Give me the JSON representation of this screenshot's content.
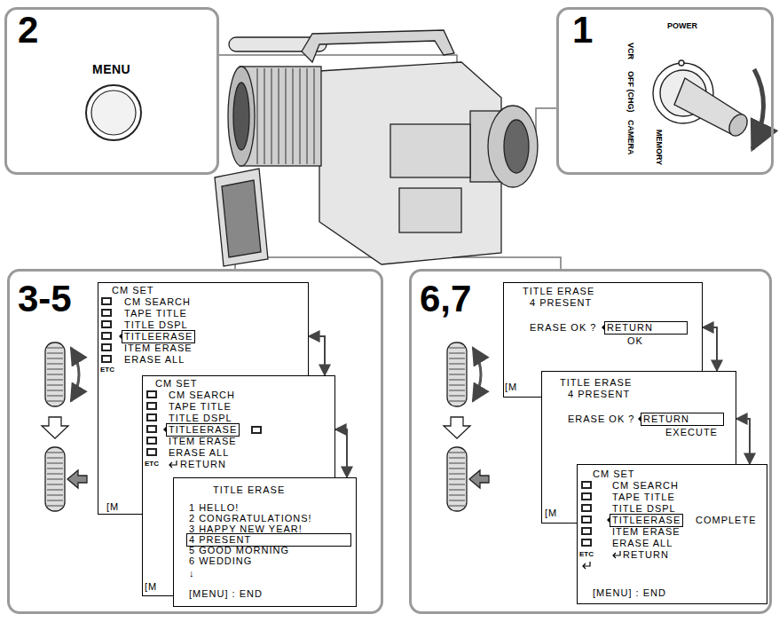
{
  "diagram": {
    "nodes": [
      {
        "text": [
          "2",
          "MENU"
        ]
      },
      {
        "text": [
          "1",
          "POWER",
          "VCR",
          "OFF (CHG)",
          "CAMERA",
          "MEMORY"
        ]
      },
      {
        "text": [
          "3-5"
        ]
      },
      {
        "text": [
          "CM SET",
          "CM SEARCH",
          "TAPE TITLE",
          "TITLE DSPL",
          "TITLEERASE",
          "ITEM ERASE",
          "ERASE ALL",
          "ETC",
          "[M"
        ],
        "in": 2
      },
      {
        "text": [
          "CM SET",
          "CM SEARCH",
          "TAPE TITLE",
          "TITLE DSPL",
          "TITLEERASE",
          "ITEM ERASE",
          "ERASE ALL",
          "ETC",
          "RETURN",
          "[M"
        ],
        "in": 2
      },
      {
        "text": [
          "TITLE ERASE",
          "1 HELLO!",
          "2 CONGRATULATIONS!",
          "3 HAPPY NEW YEAR!",
          "4 PRESENT",
          "5 GOOD MORNING",
          "6 WEDDING",
          "↓",
          "[MENU] : END"
        ],
        "in": 2
      },
      {
        "text": [
          "6,7"
        ]
      },
      {
        "text": [
          "TITLE ERASE",
          "4 PRESENT",
          "ERASE OK ?",
          "RETURN",
          "OK",
          "[M"
        ],
        "in": 6
      },
      {
        "text": [
          "TITLE ERASE",
          "4 PRESENT",
          "ERASE OK ?",
          "RETURN",
          "EXECUTE",
          "[M"
        ],
        "in": 6
      },
      {
        "text": [
          "CM SET",
          "CM SEARCH",
          "TAPE TITLE",
          "TITLE DSPL",
          "TITLEERASE",
          "COMPLETE",
          "ITEM ERASE",
          "ERASE ALL",
          "ETC",
          "RETURN",
          "[MENU] : END"
        ],
        "in": 6
      }
    ],
    "edges": [
      {
        "from": 3,
        "to": 4,
        "arrow": "both"
      },
      {
        "from": 4,
        "to": 5,
        "arrow": "both"
      },
      {
        "from": 7,
        "to": 8,
        "arrow": "both"
      },
      {
        "from": 8,
        "to": 9,
        "arrow": "both"
      }
    ]
  }
}
